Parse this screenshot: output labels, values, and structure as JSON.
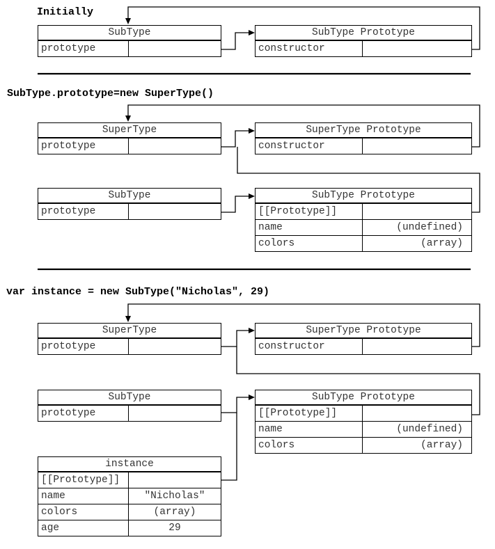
{
  "captions": {
    "initially": "Initially",
    "step2": "SubType.prototype=new SuperType()",
    "step3": "var instance = new SubType(\"Nicholas\", 29)"
  },
  "s1": {
    "subtype": {
      "title": "SubType",
      "rows": [
        [
          "prototype",
          ""
        ]
      ]
    },
    "subproto": {
      "title": "SubType Prototype",
      "rows": [
        [
          "constructor",
          ""
        ]
      ]
    }
  },
  "s2": {
    "supertype": {
      "title": "SuperType",
      "rows": [
        [
          "prototype",
          ""
        ]
      ]
    },
    "superproto": {
      "title": "SuperType Prototype",
      "rows": [
        [
          "constructor",
          ""
        ]
      ]
    },
    "subtype": {
      "title": "SubType",
      "rows": [
        [
          "prototype",
          ""
        ]
      ]
    },
    "subproto": {
      "title": "SubType Prototype",
      "rows": [
        [
          "[[Prototype]]",
          ""
        ],
        [
          "name",
          "(undefined)"
        ],
        [
          "colors",
          "(array)"
        ]
      ]
    }
  },
  "s3": {
    "supertype": {
      "title": "SuperType",
      "rows": [
        [
          "prototype",
          ""
        ]
      ]
    },
    "superproto": {
      "title": "SuperType Prototype",
      "rows": [
        [
          "constructor",
          ""
        ]
      ]
    },
    "subtype": {
      "title": "SubType",
      "rows": [
        [
          "prototype",
          ""
        ]
      ]
    },
    "subproto": {
      "title": "SubType Prototype",
      "rows": [
        [
          "[[Prototype]]",
          ""
        ],
        [
          "name",
          "(undefined)"
        ],
        [
          "colors",
          "(array)"
        ]
      ]
    },
    "instance": {
      "title": "instance",
      "rows": [
        [
          "[[Prototype]]",
          ""
        ],
        [
          "name",
          "\"Nicholas\""
        ],
        [
          "colors",
          "(array)"
        ],
        [
          "age",
          "29"
        ]
      ]
    }
  }
}
